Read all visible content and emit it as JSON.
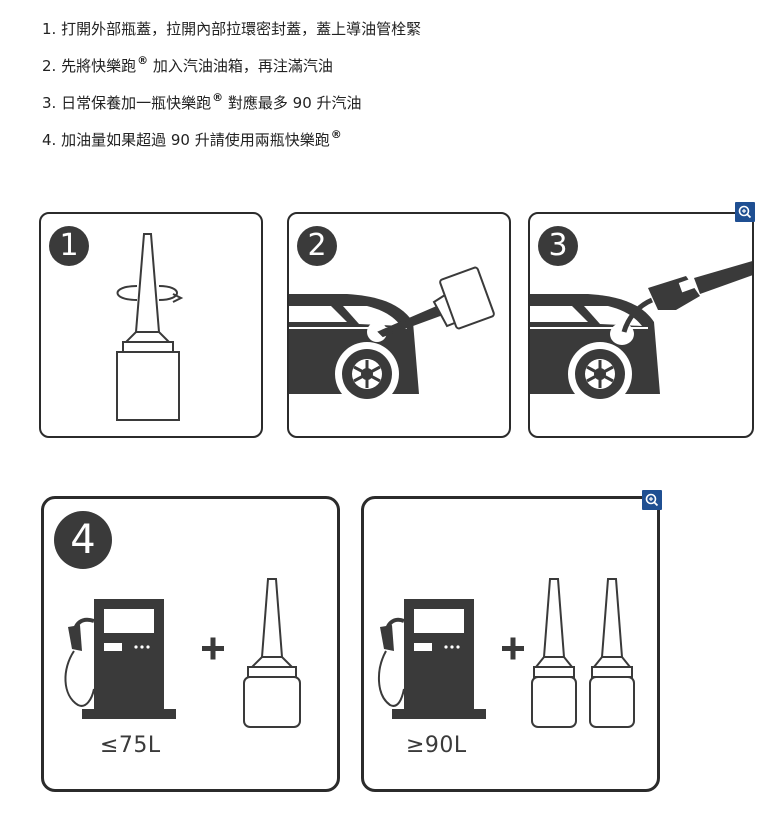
{
  "instructions": [
    {
      "prefix": "1. ",
      "text": "打開外部瓶蓋，拉開內部拉環密封蓋，蓋上導油管栓緊",
      "reg": "",
      "suffix": ""
    },
    {
      "prefix": "2. ",
      "text": "先將快樂跑",
      "reg": "®",
      "suffix": " 加入汽油油箱，再注滿汽油"
    },
    {
      "prefix": "3. ",
      "text": "日常保養加一瓶快樂跑",
      "reg": "®",
      "suffix": " 對應最多 90 升汽油"
    },
    {
      "prefix": "4. ",
      "text": "加油量如果超過 90 升請使用兩瓶快樂跑",
      "reg": "®",
      "suffix": ""
    }
  ],
  "steps": {
    "step1": {
      "number": "1"
    },
    "step2": {
      "number": "2"
    },
    "step3": {
      "number": "3"
    },
    "step4": {
      "number": "4"
    }
  },
  "captions": {
    "single": "≤75L",
    "double": "≥90L"
  },
  "icons": {
    "zoom": "zoom-in-icon",
    "rotate": "rotate-arrow-icon",
    "bottle": "bottle-icon",
    "car": "car-icon",
    "nozzle": "fuel-nozzle-icon",
    "pump": "fuel-pump-icon",
    "plus": "plus-icon"
  },
  "colors": {
    "accent": "#1f4f92",
    "dark": "#3a3a3a",
    "border": "#2b2b2b"
  }
}
